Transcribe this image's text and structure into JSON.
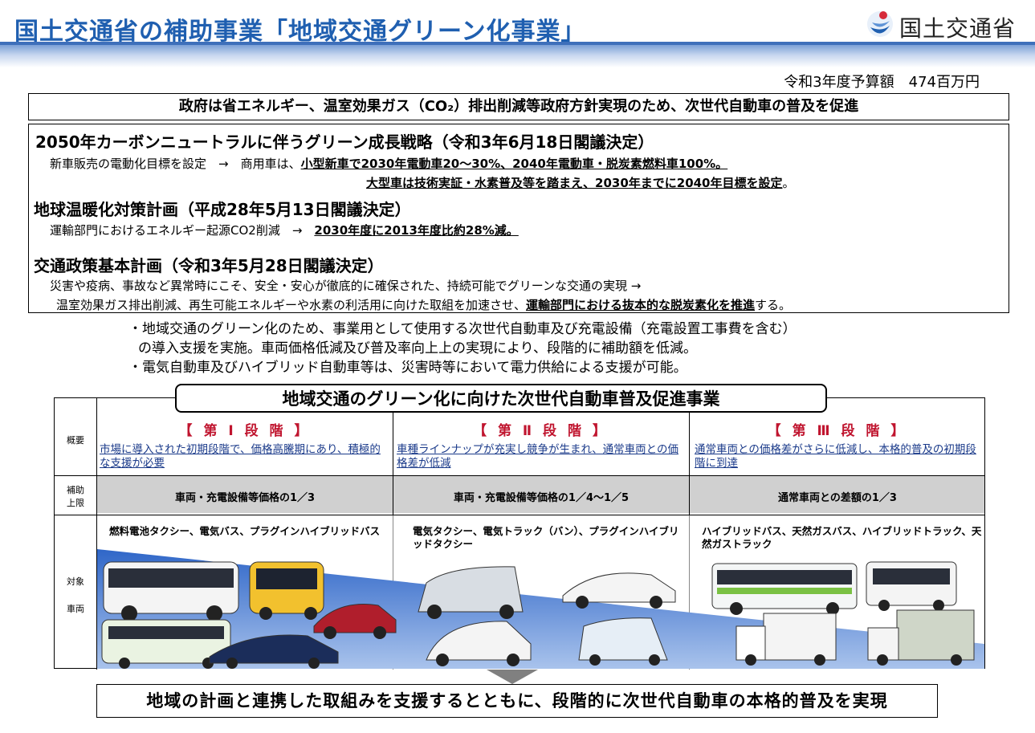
{
  "header": {
    "title": "国土交通省の補助事業「地域交通グリーン化事業」",
    "logo_text": "国土交通省",
    "logo_icon": "mlit-logo-icon"
  },
  "budget": "令和3年度予算額　474百万円",
  "policy": "政府は省エネルギー、温室効果ガス（CO₂）排出削減等政府方針実現のため、次世代自動車の普及を促進",
  "strategies": {
    "s1": {
      "heading": "2050年カーボンニュートラルに伴うグリーン成長戦略（令和3年6月18日閣議決定）",
      "line1_pre": "新車販売の電動化目標を設定　→　商用車は、",
      "line1_em": "小型新車で2030年電動車20～30%、2040年電動車・脱炭素燃料車100%。",
      "line2_em": "大型車は技術実証・水素普及等を踏まえ、2030年までに2040年目標を設定",
      "line2_post": "。"
    },
    "s2": {
      "heading": "地球温暖化対策計画（平成28年5月13日閣議決定）",
      "line_pre": "運輸部門におけるエネルギー起源CO2削減　→　",
      "line_em": "2030年度に2013年度比約28%減。"
    },
    "s3": {
      "heading": "交通政策基本計画（令和3年5月28日閣議決定）",
      "line1": "災害や疫病、事故など異常時にこそ、安全・安心が徹底的に確保された、持続可能でグリーンな交通の実現 →",
      "line2_pre": "温室効果ガス排出削減、再生可能エネルギーや水素の利活用に向けた取組を加速させ、",
      "line2_em": "運輸部門における抜本的な脱炭素化を推進",
      "line2_post": "する。"
    }
  },
  "bullets": {
    "b1a": "・地域交通のグリーン化のため、事業用として使用する次世代自動車及び充電設備（充電設置工事費を含む）",
    "b1b": "の導入支援を実施。車両価格低減及び普及率向上上の実現により、段階的に補助額を低減。",
    "b2": "・電気自動車及びハイブリッド自動車等は、災害時等において電力供給による支援が可能。"
  },
  "program": {
    "title": "地域交通のグリーン化に向けた次世代自動車普及促進事業",
    "row_labels": {
      "overview": "概要",
      "limit_1": "補助",
      "limit_2": "上限",
      "target_1": "対象",
      "target_2": "車両"
    },
    "stages": [
      {
        "header": "【 第 Ⅰ 段 階 】",
        "desc": "市場に導入された初期段階で、価格高騰期にあり、積極的な支援が必要",
        "limit": "車両・充電設備等価格の1／3",
        "vehicles": "燃料電池タクシー、電気バス、プラグインハイブリッドバス"
      },
      {
        "header": "【 第 Ⅱ 段 階 】",
        "desc": "車種ラインナップが充実し競争が生まれ、通常車両との価格差が低減",
        "limit": "車両・充電設備等価格の1／4～1／5",
        "vehicles": "電気タクシー、電気トラック（バン）、プラグインハイブリッドタクシー"
      },
      {
        "header": "【 第 Ⅲ 段 階 】",
        "desc": "通常車両との価格差がさらに低減し、本格的普及の初期段階に到達",
        "limit": "通常車両との差額の1／3",
        "vehicles": "ハイブリッドバス、天然ガスバス、ハイブリッドトラック、天然ガストラック"
      }
    ]
  },
  "bottom": "地域の計画と連携した取組みを支援するとともに、段階的に次世代自動車の本格的普及を実現",
  "colors": {
    "title_blue": "#1f5fb0",
    "stage_red": "#c0152f",
    "desc_blue": "#1a3a8a",
    "band_blue": "#3e6fba"
  }
}
